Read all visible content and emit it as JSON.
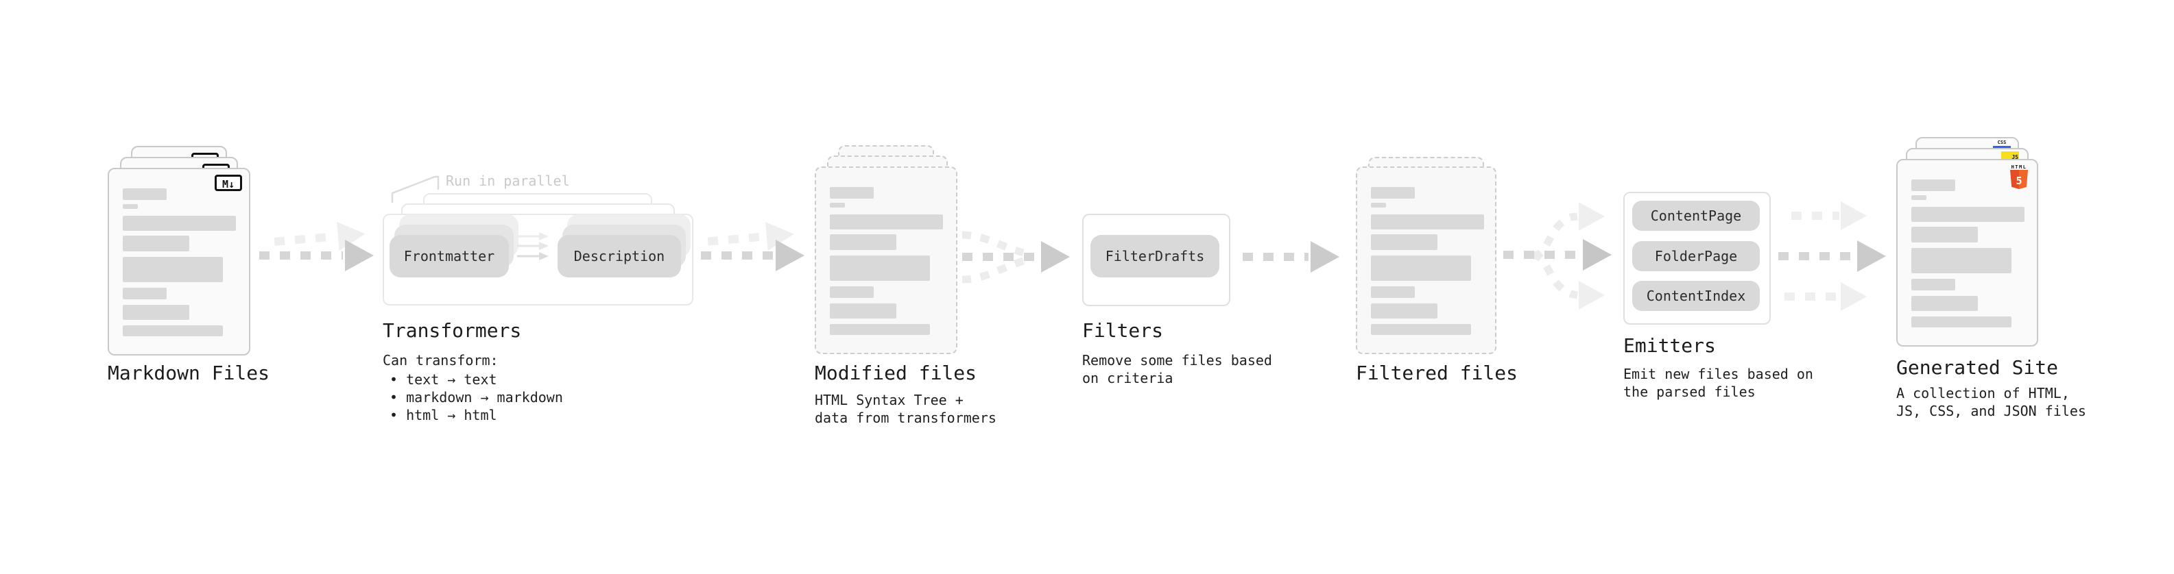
{
  "stages": {
    "markdown": {
      "label": "Markdown Files",
      "badge": "M↓"
    },
    "transformers": {
      "label": "Transformers",
      "note": "Run in parallel",
      "pills": {
        "left": "Frontmatter",
        "right": "Description"
      },
      "sub_title": "Can transform:",
      "bullets": [
        "• text → text",
        "• markdown → markdown",
        "• html → html"
      ]
    },
    "modified": {
      "label": "Modified files",
      "sub_lines": [
        "HTML Syntax Tree +",
        "data from transformers"
      ]
    },
    "filters": {
      "label": "Filters",
      "pill": "FilterDrafts",
      "sub_lines": [
        "Remove some files based",
        "on criteria"
      ]
    },
    "filtered": {
      "label": "Filtered files"
    },
    "emitters": {
      "label": "Emitters",
      "pills": [
        "ContentPage",
        "FolderPage",
        "ContentIndex"
      ],
      "sub_lines": [
        "Emit new files based on",
        "the parsed files"
      ]
    },
    "generated": {
      "label": "Generated Site",
      "sub_lines": [
        "A collection of HTML,",
        "JS, CSS, and JSON files"
      ],
      "badges": {
        "css": "CSS",
        "js": "JS",
        "html_label": "HTML",
        "html_number": "5"
      }
    }
  },
  "colors": {
    "html5_orange": "#e44d26",
    "html5_orange_light": "#f16529",
    "js_yellow": "#f7df1e",
    "css_blue": "#2965f1",
    "bar_gray": "#d9d9d9",
    "arrow_dark": "#d6d6d6",
    "arrow_light": "#efefef"
  }
}
